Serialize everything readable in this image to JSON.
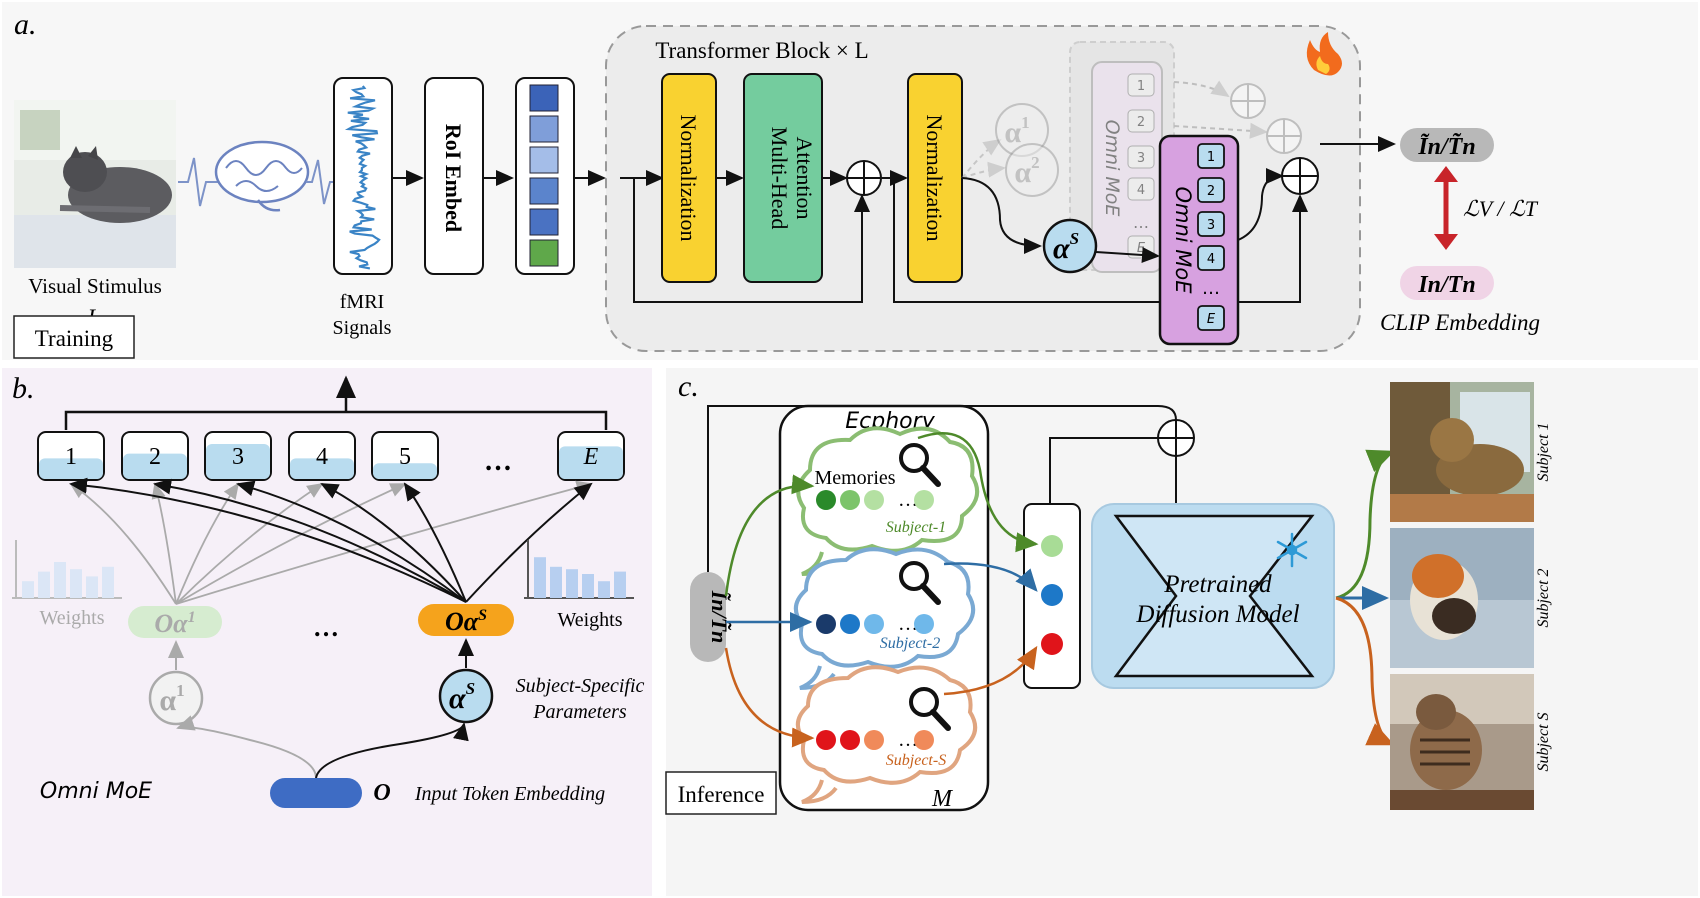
{
  "panel_a": {
    "tag": "a.",
    "stimulus_label": "Visual Stimulus",
    "stimulus_var": "I",
    "stimulus_sub": "n",
    "mode": "Training",
    "fmri": [
      "fMRI",
      "Signals"
    ],
    "roi": "RoI Embed",
    "transformer_title": "Transformer Block × L",
    "norm1": "Normalization",
    "mha": [
      "Multi-Head",
      "Attention"
    ],
    "norm2": "Normalization",
    "alpha_s": "α",
    "alpha_s_sup": "S",
    "alpha_1_sup": "1",
    "alpha_2_sup": "2",
    "moe_label": "Omni MoE",
    "experts": [
      "1",
      "2",
      "3",
      "4",
      "…",
      "E"
    ],
    "output_pred": "Ĩn/T̃n",
    "loss": "ℒV / ℒT",
    "target": "In/Tn",
    "clip": "CLIP Embedding",
    "flame_icon": "flame-icon"
  },
  "panel_b": {
    "tag": "b.",
    "experts": [
      "1",
      "2",
      "3",
      "4",
      "5",
      "…",
      "E"
    ],
    "expert_fill": [
      0.45,
      0.55,
      0.75,
      0.45,
      0.35,
      0,
      0.7
    ],
    "weights_label": "Weights",
    "o_alpha_1": "Oα",
    "o_alpha_1_sup": "1",
    "o_alpha_s": "Oα",
    "o_alpha_s_sup": "S",
    "ellipsis": "…",
    "alpha_1": "α",
    "alpha_1_sup": "1",
    "alpha_s": "α",
    "alpha_s_sup": "S",
    "subject_params": [
      "Subject-Specific",
      "Parameters"
    ],
    "moe_title": "Omni MoE",
    "input_token": "O",
    "input_label": "Input Token Embedding",
    "hist_left": [
      0.35,
      0.55,
      0.75,
      0.6,
      0.45,
      0.65
    ],
    "hist_right": [
      0.85,
      0.65,
      0.6,
      0.5,
      0.35,
      0.55
    ]
  },
  "panel_c": {
    "tag": "c.",
    "ecphory": "Ecphory",
    "memories": "Memories",
    "subjects": [
      "Subject-1",
      "Subject-2",
      "Subject-S"
    ],
    "memory_symbol": "M",
    "pred": "Ĩn/T̃n",
    "diffusion": [
      "Pretrained",
      "Diffusion Model"
    ],
    "snow_icon": "snowflake-icon",
    "mode": "Inference",
    "output_labels": [
      "Subject 1",
      "Subject 2",
      "Subject S"
    ],
    "colors": {
      "s1": "#4e8a2a",
      "s2": "#2e6da4",
      "s3": "#c8621e"
    }
  }
}
